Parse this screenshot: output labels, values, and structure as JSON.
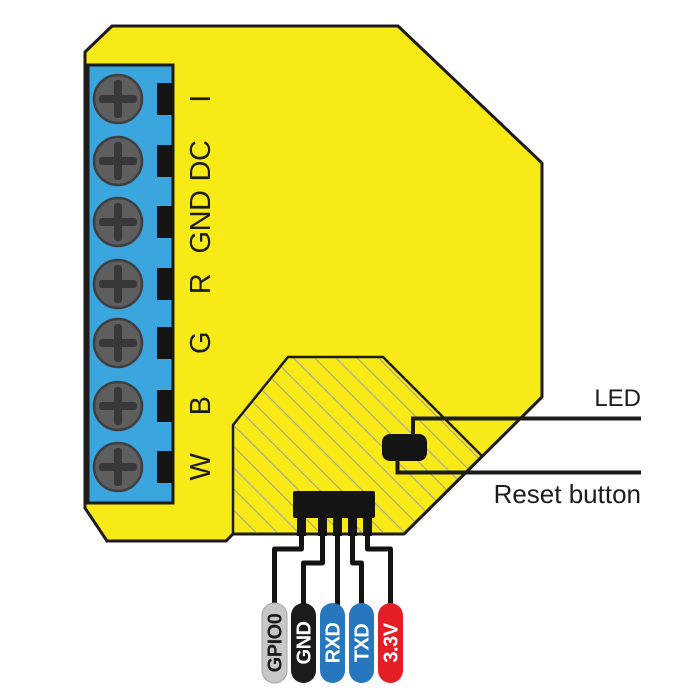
{
  "device": {
    "terminals": [
      "I",
      "DC",
      "GND",
      "R",
      "G",
      "B",
      "W"
    ],
    "callouts": {
      "led": "LED",
      "reset": "Reset button"
    },
    "pins": [
      {
        "label": "GPIO0",
        "color": "#c7c7c7",
        "text_color": "#1a1a1a"
      },
      {
        "label": "GND",
        "color": "#1b1b1b",
        "text_color": "#ffffff"
      },
      {
        "label": "RXD",
        "color": "#2777be",
        "text_color": "#ffffff"
      },
      {
        "label": "TXD",
        "color": "#2777be",
        "text_color": "#ffffff"
      },
      {
        "label": "3.3V",
        "color": "#e41e25",
        "text_color": "#ffffff"
      }
    ],
    "colors": {
      "body_yellow": "#f8ea16",
      "outline_black": "#1c1c1c",
      "terminal_block_blue": "#3ba6de",
      "screw_gray": "#5e5e5e",
      "screw_slot_gray": "#383838",
      "hatch_gray": "#a8a296",
      "background_white": "#ffffff"
    }
  }
}
